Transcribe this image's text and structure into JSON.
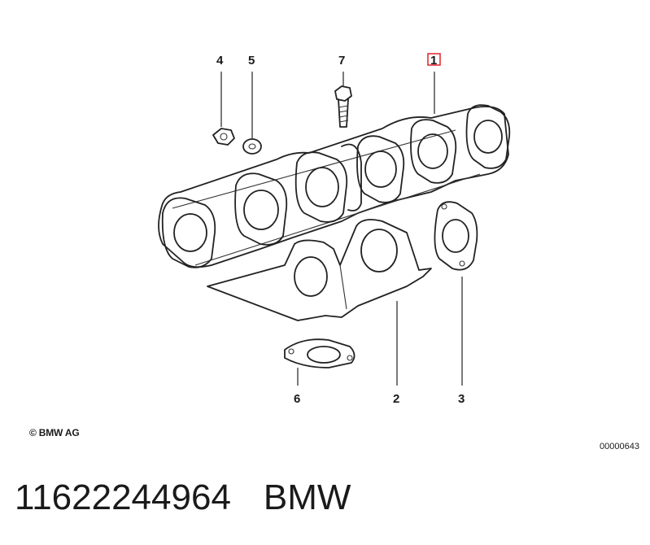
{
  "diagram": {
    "callouts": [
      {
        "id": "1",
        "label": "1"
      },
      {
        "id": "2",
        "label": "2"
      },
      {
        "id": "3",
        "label": "3"
      },
      {
        "id": "4",
        "label": "4"
      },
      {
        "id": "5",
        "label": "5"
      },
      {
        "id": "6",
        "label": "6"
      },
      {
        "id": "7",
        "label": "7"
      }
    ],
    "highlight_color": "#e0202a"
  },
  "copyright": "© BMW AG",
  "figure_number": "00000643",
  "footer": {
    "part_number": "11622244964",
    "brand": "BMW"
  }
}
